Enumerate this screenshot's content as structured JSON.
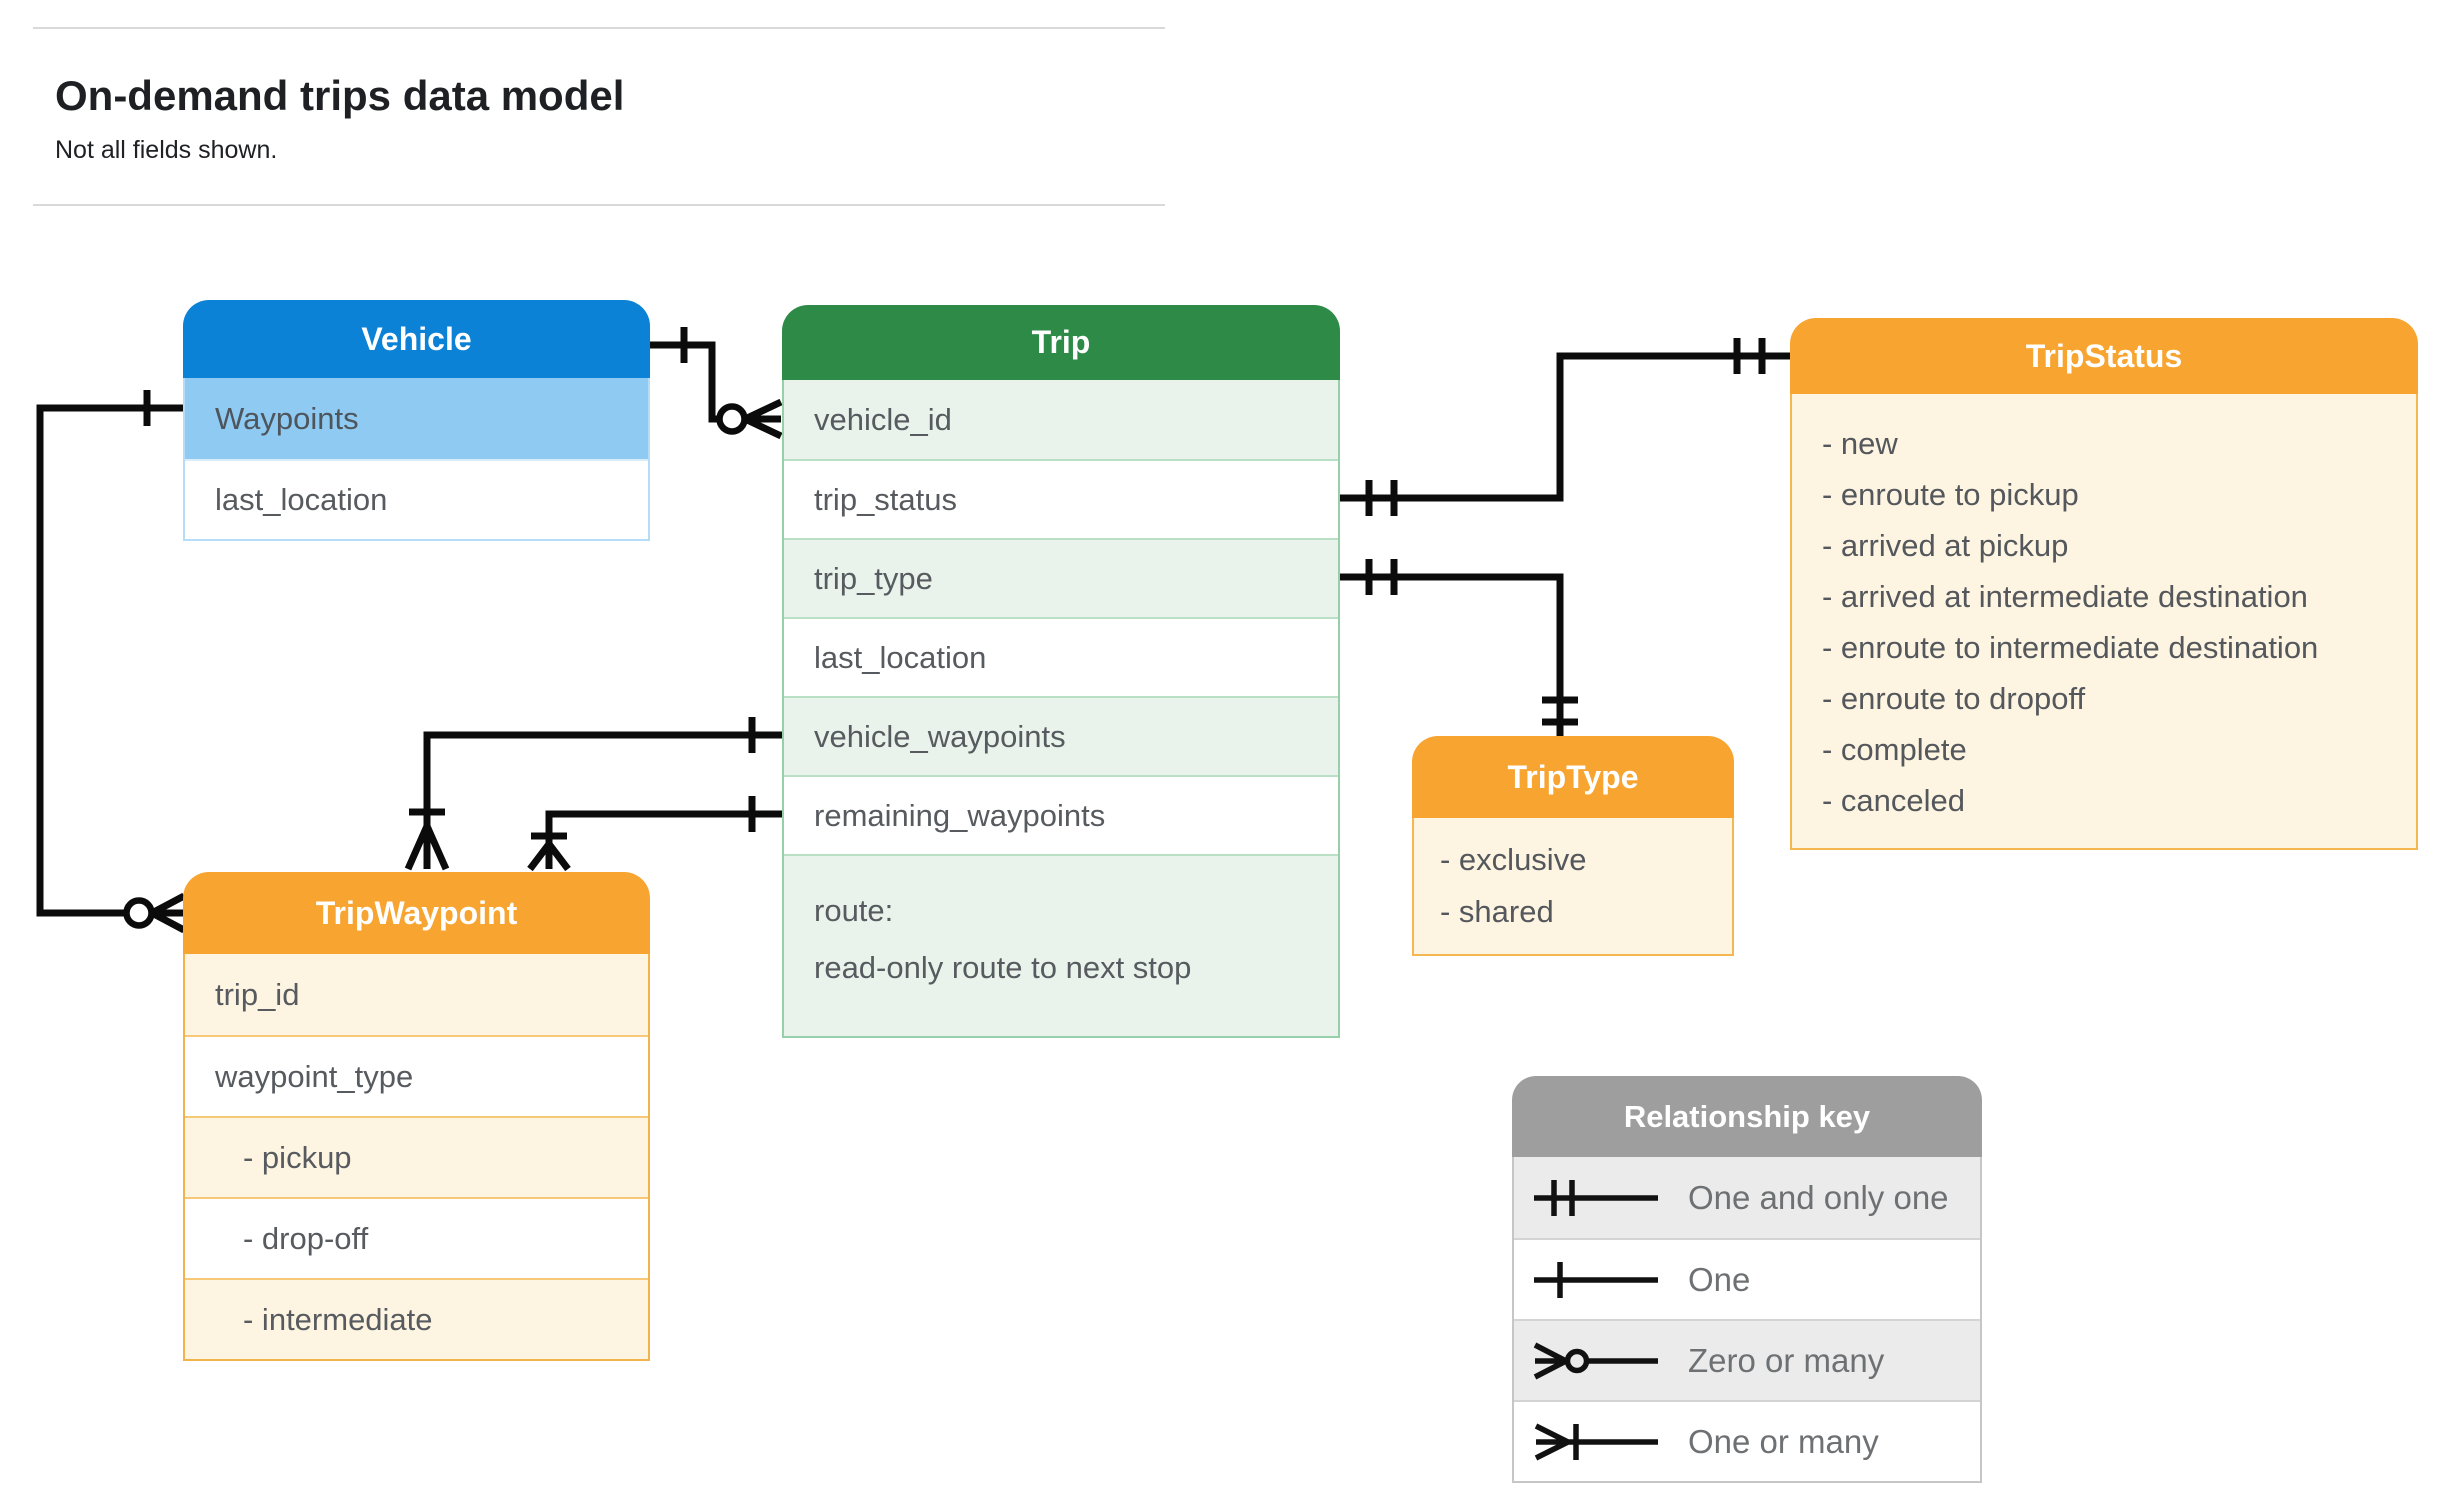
{
  "page": {
    "title": "On-demand trips data model",
    "subtitle": "Not all fields shown."
  },
  "entities": {
    "vehicle": {
      "title": "Vehicle",
      "rows": [
        {
          "label": "Waypoints"
        },
        {
          "label": "last_location"
        }
      ]
    },
    "trip": {
      "title": "Trip",
      "rows": [
        {
          "label": "vehicle_id"
        },
        {
          "label": "trip_status"
        },
        {
          "label": "trip_type"
        },
        {
          "label": "last_location"
        },
        {
          "label": "vehicle_waypoints"
        },
        {
          "label": "remaining_waypoints"
        }
      ],
      "route_row": {
        "label": "route:",
        "sublabel": "read-only route to next stop"
      }
    },
    "trip_status": {
      "title": "TripStatus",
      "items": [
        "- new",
        "- enroute to pickup",
        "- arrived at pickup",
        "- arrived at intermediate destination",
        "- enroute to intermediate destination",
        "- enroute to dropoff",
        "- complete",
        "- canceled"
      ]
    },
    "trip_type": {
      "title": "TripType",
      "items": [
        "- exclusive",
        "- shared"
      ]
    },
    "trip_waypoint": {
      "title": "TripWaypoint",
      "rows": [
        {
          "label": "trip_id"
        },
        {
          "label": "waypoint_type"
        },
        {
          "label": "- pickup"
        },
        {
          "label": "- drop-off"
        },
        {
          "label": "- intermediate"
        }
      ]
    }
  },
  "legend": {
    "title": "Relationship key",
    "rows": [
      {
        "symbol": "one-and-only-one",
        "label": "One and only one"
      },
      {
        "symbol": "one",
        "label": "One"
      },
      {
        "symbol": "zero-or-many",
        "label": "Zero or many"
      },
      {
        "symbol": "one-or-many",
        "label": "One or many"
      }
    ]
  },
  "relationships": [
    {
      "from": "Vehicle",
      "to": "Trip.vehicle_id",
      "from_cardinality": "one",
      "to_cardinality": "zero-or-many"
    },
    {
      "from": "Vehicle.Waypoints",
      "to": "TripWaypoint",
      "from_cardinality": "one",
      "to_cardinality": "zero-or-many"
    },
    {
      "from": "Trip.trip_status",
      "to": "TripStatus",
      "from_cardinality": "one-and-only-one",
      "to_cardinality": "one-and-only-one"
    },
    {
      "from": "Trip.trip_type",
      "to": "TripType",
      "from_cardinality": "one-and-only-one",
      "to_cardinality": "one-and-only-one"
    },
    {
      "from": "Trip.vehicle_waypoints",
      "to": "TripWaypoint",
      "from_cardinality": "one",
      "to_cardinality": "one-or-many"
    },
    {
      "from": "Trip.remaining_waypoints",
      "to": "TripWaypoint",
      "from_cardinality": "one",
      "to_cardinality": "one-or-many"
    }
  ],
  "colors": {
    "vehicle_header": "#0c82d6",
    "vehicle_key_row": "#8ecaf2",
    "trip_header": "#2e8b47",
    "trip_tint_row": "#e9f3eb",
    "orange_header": "#f7a430",
    "cream_row": "#fdf4e1",
    "legend_header": "#9e9e9e",
    "legend_tint_row": "#ebebeb",
    "connector": "#0b0b0b"
  }
}
